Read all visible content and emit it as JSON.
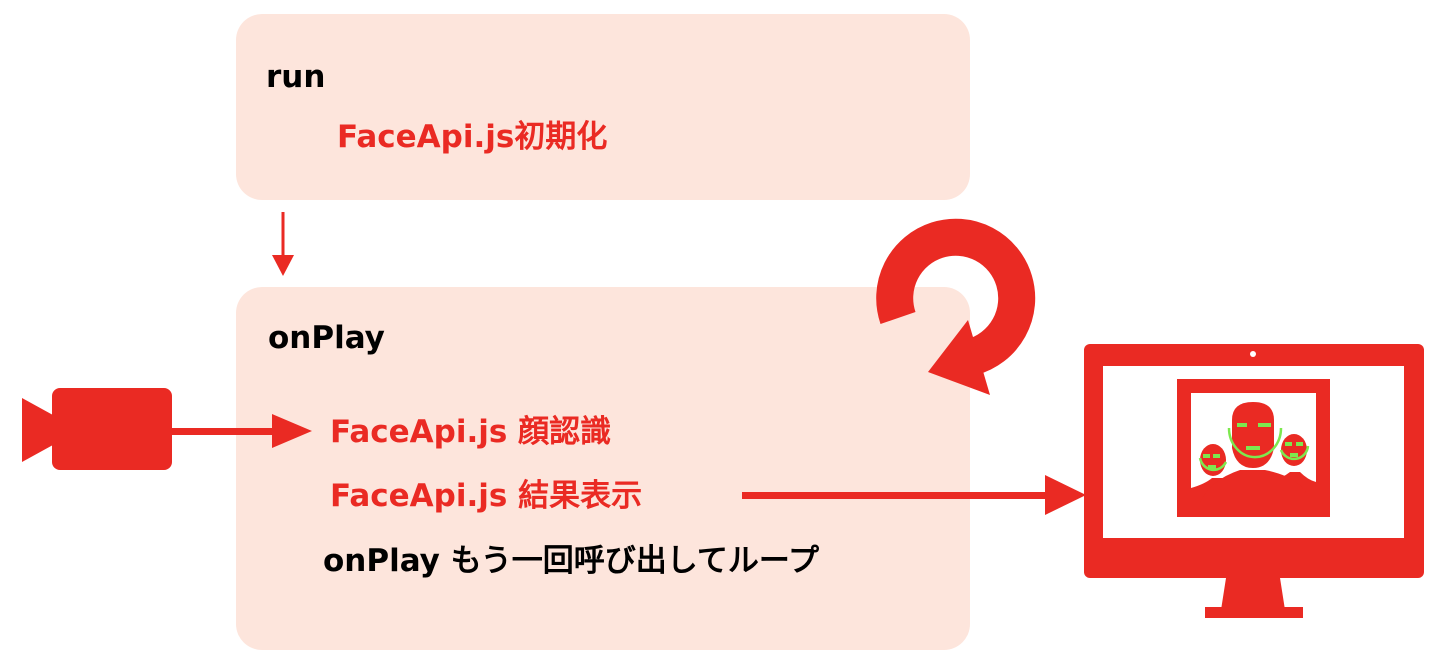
{
  "colors": {
    "accent": "#ea2a23",
    "box": "#fde5dc",
    "detect": "#7de84f"
  },
  "run_box": {
    "title": "run",
    "step": "FaceApi.js初期化"
  },
  "onplay_box": {
    "title": "onPlay",
    "steps": [
      "FaceApi.js 顔認識",
      "FaceApi.js 結果表示"
    ],
    "loop_note": "onPlay もう一回呼び出してループ"
  },
  "icons": [
    "video-camera-icon",
    "loop-arrow-icon",
    "monitor-face-detection-icon"
  ]
}
